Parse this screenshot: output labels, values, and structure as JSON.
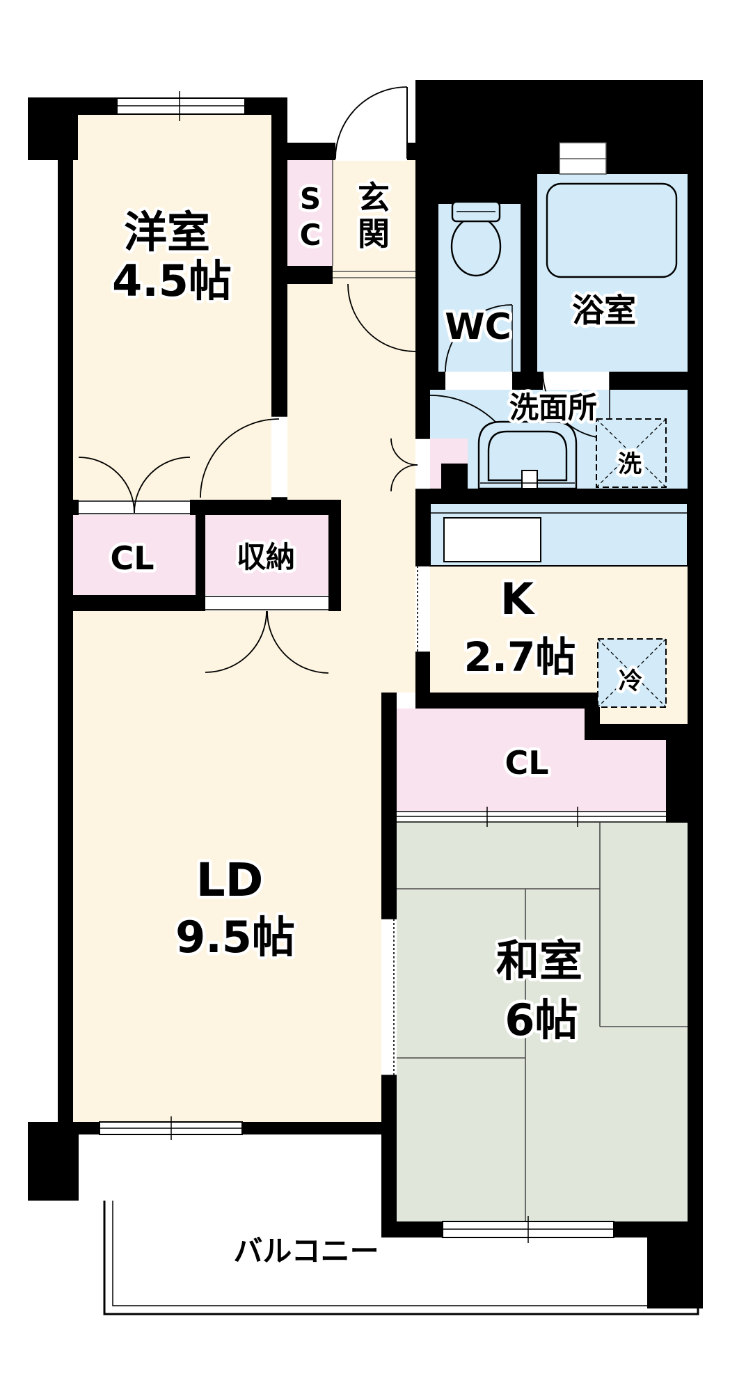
{
  "floorplan": {
    "colors": {
      "cream": "#FDF5E1",
      "pink": "#F9E3EE",
      "blue": "#D3EBF8",
      "green": "#E0E7DA",
      "wall": "#000000",
      "background": "#FFFFFF"
    },
    "rooms": {
      "western_room": {
        "label": "洋室",
        "size": "4.5帖"
      },
      "shoe_closet": {
        "char1": "S",
        "char2": "C"
      },
      "entrance": {
        "char1": "玄",
        "char2": "関"
      },
      "toilet": {
        "label": "WC"
      },
      "bathroom": {
        "label": "浴室"
      },
      "washroom": {
        "label": "洗面所"
      },
      "washing_machine": {
        "label": "洗"
      },
      "closet_west": {
        "label": "CL"
      },
      "storage": {
        "label": "収納"
      },
      "kitchen": {
        "label": "K",
        "size": "2.7帖"
      },
      "refrigerator": {
        "label": "冷"
      },
      "closet_east": {
        "label": "CL"
      },
      "living_dining": {
        "label": "LD",
        "size": "9.5帖"
      },
      "japanese_room": {
        "label": "和室",
        "size": "6帖"
      },
      "balcony": {
        "label": "バルコニー"
      }
    }
  }
}
